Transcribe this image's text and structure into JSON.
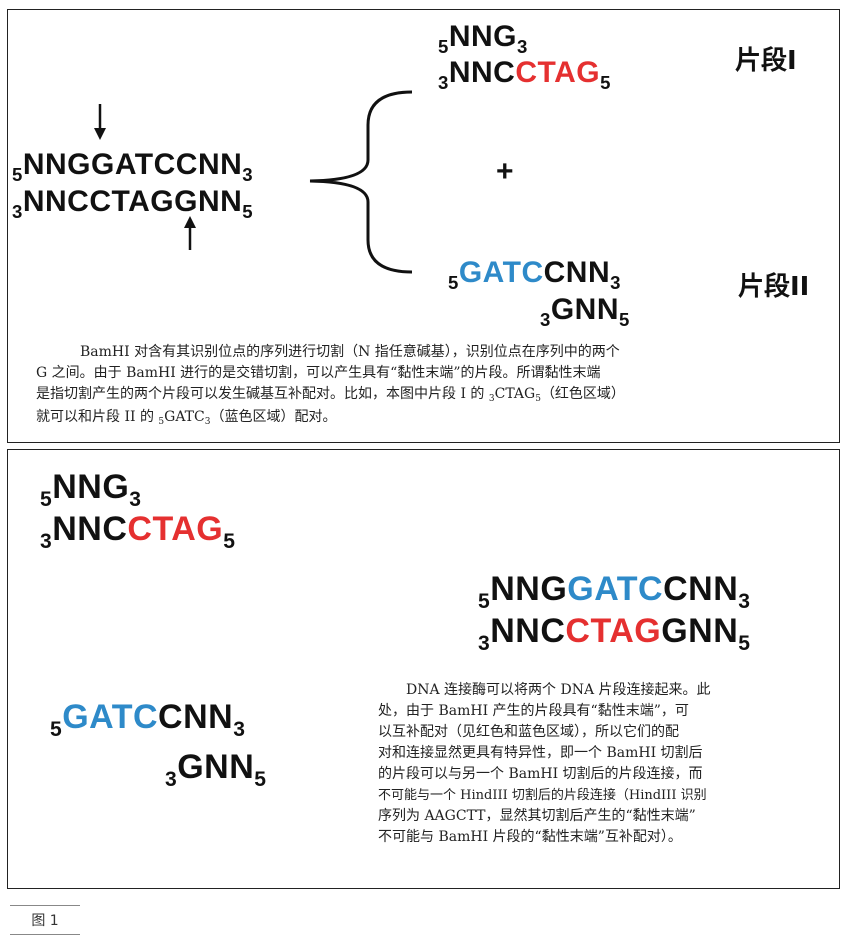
{
  "panel1": {
    "original": {
      "top": {
        "p5": "5",
        "seq": "NNGGATCCNN",
        "p3": "3"
      },
      "bottom": {
        "p3": "3",
        "seq": "NNCCTAGGNN",
        "p5": "5"
      }
    },
    "fragment1": {
      "top": {
        "p5": "5",
        "seq": "NNG",
        "p3": "3"
      },
      "bottom": {
        "p3": "3",
        "black": "NNC",
        "red": "CTAG",
        "p5": "5"
      },
      "label": "片段I"
    },
    "plus": "+",
    "fragment2": {
      "top": {
        "p5": "5",
        "blue": "GATC",
        "black": "CNN",
        "p3": "3"
      },
      "bottom": {
        "p3": "3",
        "seq": "GNN",
        "p5": "5"
      },
      "label": "片段II"
    },
    "caption": {
      "line1": "BamHI 对含有其识别位点的序列进行切割（N 指任意碱基），识别位点在序列中的两个",
      "line2": "G 之间。由于 BamHI 进行的是交错切割，可以产生具有“黏性末端”的片段。所谓黏性末端",
      "line3": "是指切割产生的两个片段可以发生碱基互补配对。比如，本图中片段 I 的 ",
      "line3_sub3": "3",
      "line3_mid": "CTAG",
      "line3_sub5": "5",
      "line3_end": "（红色区域）",
      "line4_start": "就可以和片段 II 的 ",
      "line4_sub5": "5",
      "line4_mid": "GATC",
      "line4_sub3": "3",
      "line4_end": "（蓝色区域）配对。"
    }
  },
  "panel2": {
    "fragment1": {
      "top": {
        "p5": "5",
        "seq": "NNG",
        "p3": "3"
      },
      "bottom": {
        "p3": "3",
        "black": "NNC",
        "red": "CTAG",
        "p5": "5"
      }
    },
    "fragment2": {
      "top": {
        "p5": "5",
        "blue": "GATC",
        "black": "CNN",
        "p3": "3"
      },
      "bottom": {
        "p3": "3",
        "seq": "GNN",
        "p5": "5"
      }
    },
    "joined": {
      "top": {
        "p5": "5",
        "black1": "NNG",
        "blue": "GATC",
        "black2": "CNN",
        "p3": "3"
      },
      "bottom": {
        "p3": "3",
        "black1": "NNC",
        "red": "CTAG",
        "black2": "GNN",
        "p5": "5"
      }
    },
    "caption": [
      "　　DNA 连接酶可以将两个 DNA 片段连接起来。此",
      "处，由于 BamHI 产生的片段具有“黏性末端”，可",
      "以互补配对（见红色和蓝色区域），所以它们的配",
      "对和连接显然更具有特异性，即一个 BamHI 切割后",
      "的片段可以与另一个 BamHI 切割后的片段连接，而",
      "不可能与一个 HindIII 切割后的片段连接（HindIII 识别",
      "序列为 AAGCTT，显然其切割后产生的“黏性末端”",
      "不可能与 BamHI 片段的“黏性末端”互补配对）。"
    ]
  },
  "figure_label": "图 1",
  "colors": {
    "red": "#e53030",
    "blue": "#2e8ac9",
    "black": "#111111"
  }
}
